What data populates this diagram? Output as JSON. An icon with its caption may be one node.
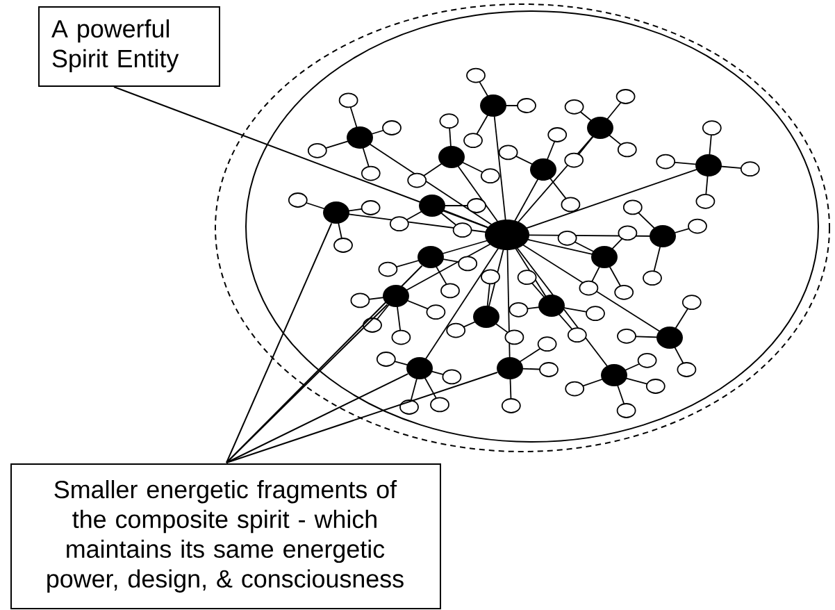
{
  "diagram": {
    "nodes": [
      {
        "text": [
          "A powerful Spirit Entity"
        ]
      },
      {
        "text": [
          "Smaller energetic fragments of the composite spirit - which maintains its same energetic power, design, & consciousness"
        ]
      },
      {
        "text": [],
        "shape": "circle"
      },
      {
        "text": [],
        "shape": "circle"
      },
      {
        "text": [],
        "shape": "circle"
      },
      {
        "text": [],
        "shape": "circle"
      },
      {
        "text": [],
        "shape": "circle"
      },
      {
        "text": [],
        "shape": "circle"
      }
    ],
    "edges": [
      {
        "from": 0,
        "to": 2,
        "arrow": "none"
      },
      {
        "from": 1,
        "to": 3,
        "arrow": "none"
      },
      {
        "from": 1,
        "to": 4,
        "arrow": "none"
      },
      {
        "from": 1,
        "to": 5,
        "arrow": "none"
      },
      {
        "from": 1,
        "to": 6,
        "arrow": "none"
      },
      {
        "from": 1,
        "to": 7,
        "arrow": "none"
      }
    ]
  }
}
